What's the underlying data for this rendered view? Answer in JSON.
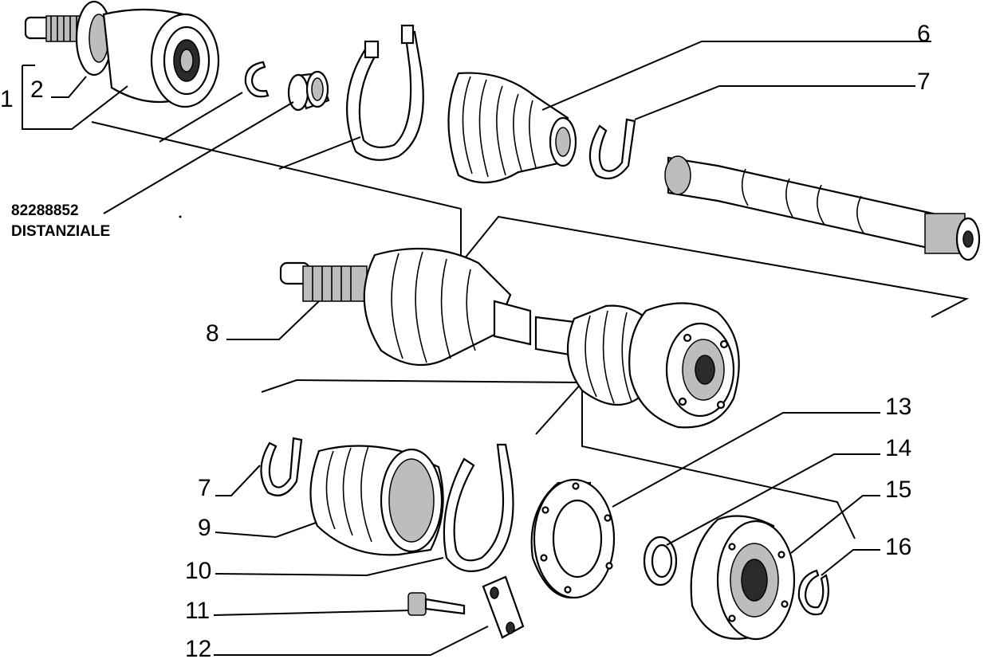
{
  "callouts": {
    "c1": "1",
    "c2": "2",
    "c6": "6",
    "c7a": "7",
    "c7b": "7",
    "c8": "8",
    "c9": "9",
    "c10": "10",
    "c11": "11",
    "c12": "12",
    "c13": "13",
    "c14": "14",
    "c15": "15",
    "c16": "16"
  },
  "part_note": {
    "number": "82288852",
    "name": "DISTANZIALE"
  }
}
